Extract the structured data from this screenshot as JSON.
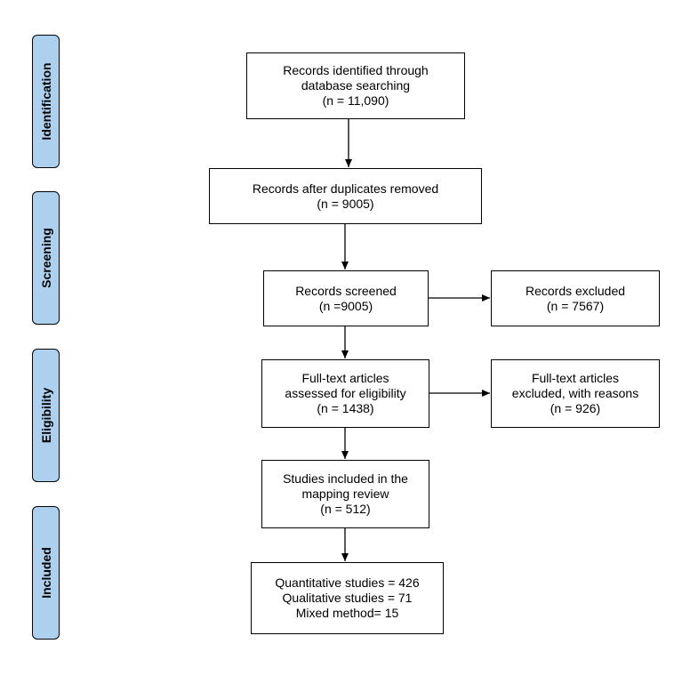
{
  "phases": {
    "identification": "Identification",
    "screening": "Screening",
    "eligibility": "Eligibility",
    "included": "Included"
  },
  "boxes": {
    "identified": [
      "Records identified through",
      "database searching",
      "(n = 11,090)"
    ],
    "after_duplicates": [
      "Records after duplicates removed",
      "(n = 9005)"
    ],
    "screened": [
      "Records screened",
      "(n =9005)"
    ],
    "excluded": [
      "Records excluded",
      "(n = 7567)"
    ],
    "fulltext_assessed": [
      "Full-text articles",
      "assessed for eligibility",
      "(n = 1438)"
    ],
    "fulltext_excluded": [
      "Full-text articles",
      "excluded, with reasons",
      "(n = 926)"
    ],
    "included_review": [
      "Studies included in the",
      "mapping review",
      "(n = 512)"
    ],
    "study_types": [
      "Quantitative studies = 426",
      "Qualitative studies = 71",
      "Mixed method= 15"
    ]
  }
}
